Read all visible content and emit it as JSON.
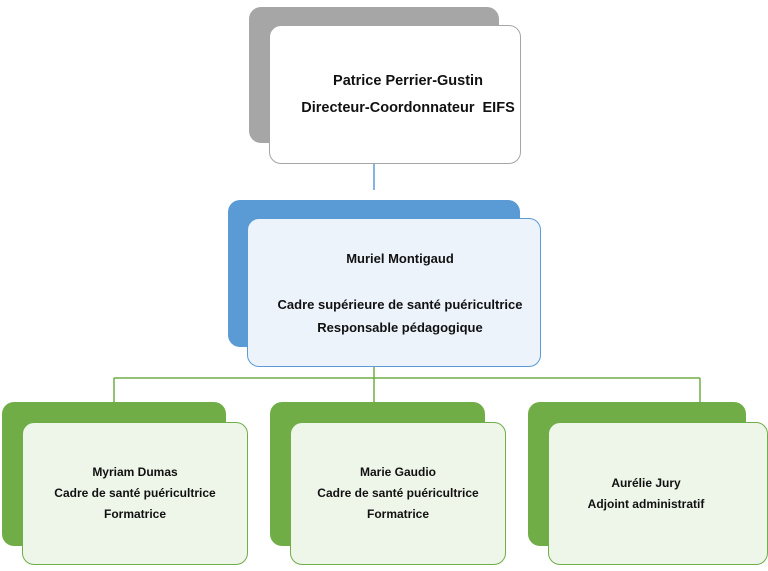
{
  "colors": {
    "top": "#a6a6a6",
    "middle": "#5b9bd5",
    "middle_fill": "#edf3fb",
    "bottom": "#70ad47",
    "bottom_fill": "#eef5e9"
  },
  "nodes": {
    "director": {
      "name": "Patrice Perrier-Gustin",
      "role": "Directeur-Coordonnateur  EIFS"
    },
    "manager": {
      "name": "Muriel Montigaud",
      "role1": "Cadre supérieure de santé puéricultrice",
      "role2": "Responsable pédagogique"
    },
    "staff": [
      {
        "name": "Myriam Dumas",
        "role1": "Cadre de santé puéricultrice",
        "role2": "Formatrice"
      },
      {
        "name": "Marie Gaudio",
        "role1": "Cadre de santé puéricultrice",
        "role2": "Formatrice"
      },
      {
        "name": "Aurélie Jury",
        "role1": "Adjoint administratif"
      }
    ]
  }
}
